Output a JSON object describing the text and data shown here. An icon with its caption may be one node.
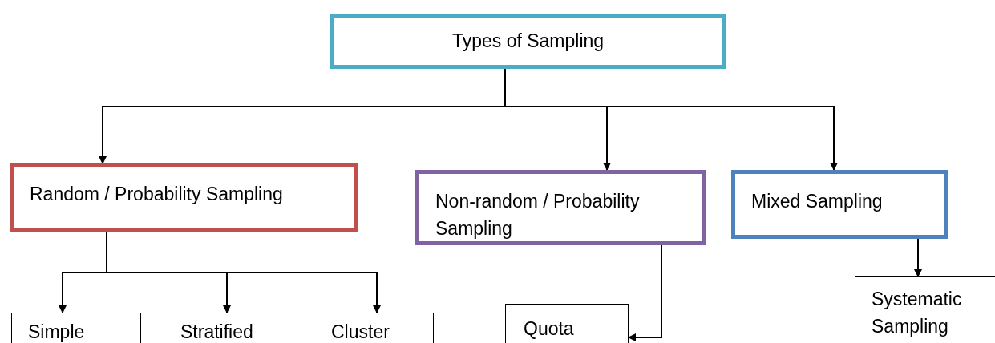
{
  "diagram": {
    "nodes": [
      {
        "text": [
          "Types of Sampling"
        ]
      },
      {
        "text": [
          "Random / Probability Sampling"
        ]
      },
      {
        "text": [
          "Non-random / Probability Sampling"
        ]
      },
      {
        "text": [
          "Mixed Sampling"
        ]
      },
      {
        "text": [
          "Simple"
        ]
      },
      {
        "text": [
          "Stratified"
        ]
      },
      {
        "text": [
          "Cluster"
        ]
      },
      {
        "text": [
          "Quota"
        ]
      },
      {
        "text": [
          "Systematic Sampling"
        ]
      }
    ],
    "edges": [
      {
        "from": 0,
        "to": 1,
        "arrow": "to"
      },
      {
        "from": 0,
        "to": 2,
        "arrow": "to"
      },
      {
        "from": 0,
        "to": 3,
        "arrow": "to"
      },
      {
        "from": 1,
        "to": 4,
        "arrow": "to"
      },
      {
        "from": 1,
        "to": 5,
        "arrow": "to"
      },
      {
        "from": 1,
        "to": 6,
        "arrow": "to"
      },
      {
        "from": 2,
        "to": 7,
        "arrow": "to"
      },
      {
        "from": 3,
        "to": 8,
        "arrow": "to"
      }
    ]
  }
}
